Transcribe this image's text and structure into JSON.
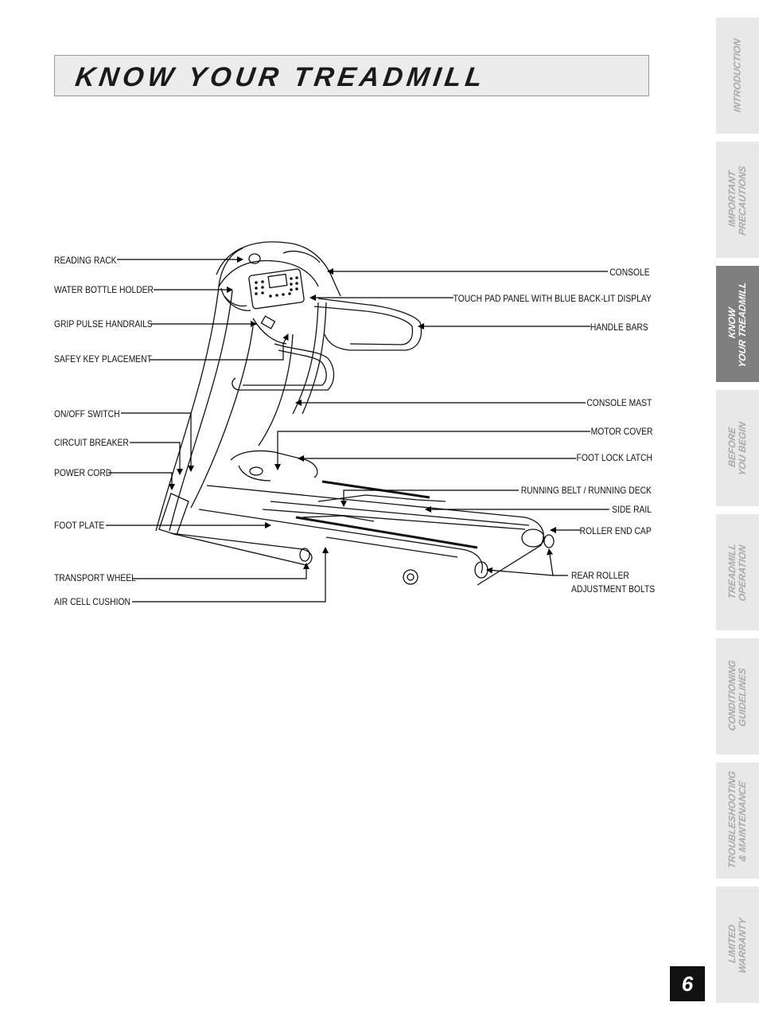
{
  "header": {
    "title": "KNOW YOUR TREADMILL"
  },
  "labels_left": {
    "reading_rack": "READING RACK",
    "water_bottle_holder": "WATER BOTTLE HOLDER",
    "grip_pulse_handrails": "GRIP PULSE HANDRAILS",
    "safety_key_placement": "SAFEY KEY PLACEMENT",
    "on_off_switch": "ON/OFF SWITCH",
    "circuit_breaker": "CIRCUIT BREAKER",
    "power_cord": "POWER CORD",
    "foot_plate": "FOOT PLATE",
    "transport_wheel": "TRANSPORT WHEEL",
    "air_cell_cushion": "AIR CELL CUSHION"
  },
  "labels_right": {
    "console": "CONSOLE",
    "touch_pad_panel": "TOUCH PAD PANEL WITH BLUE BACK-LIT DISPLAY",
    "handle_bars": "HANDLE BARS",
    "console_mast": "CONSOLE MAST",
    "motor_cover": "MOTOR COVER",
    "foot_lock_latch": "FOOT LOCK LATCH",
    "running_belt_deck": "RUNNING BELT / RUNNING DECK",
    "side_rail": "SIDE RAIL",
    "roller_end_cap": "ROLLER END CAP",
    "rear_roller_line1": "REAR ROLLER",
    "rear_roller_line2": "ADJUSTMENT BOLTS"
  },
  "side_tabs": [
    {
      "label": "INTRODUCTION",
      "active": false
    },
    {
      "label": "IMPORTANT\nPRECAUTIONS",
      "active": false
    },
    {
      "label": "KNOW\nYOUR TREADMILL",
      "active": true
    },
    {
      "label": "BEFORE\nYOU BEGIN",
      "active": false
    },
    {
      "label": "TREADMILL\nOPERATION",
      "active": false
    },
    {
      "label": "CONDITIONING\nGUIDELINES",
      "active": false
    },
    {
      "label": "TROUBLESHOOTING\n& MAINTENANCE",
      "active": false
    },
    {
      "label": "LIMITED\nWARRANTY",
      "active": false
    }
  ],
  "page_number": "6"
}
